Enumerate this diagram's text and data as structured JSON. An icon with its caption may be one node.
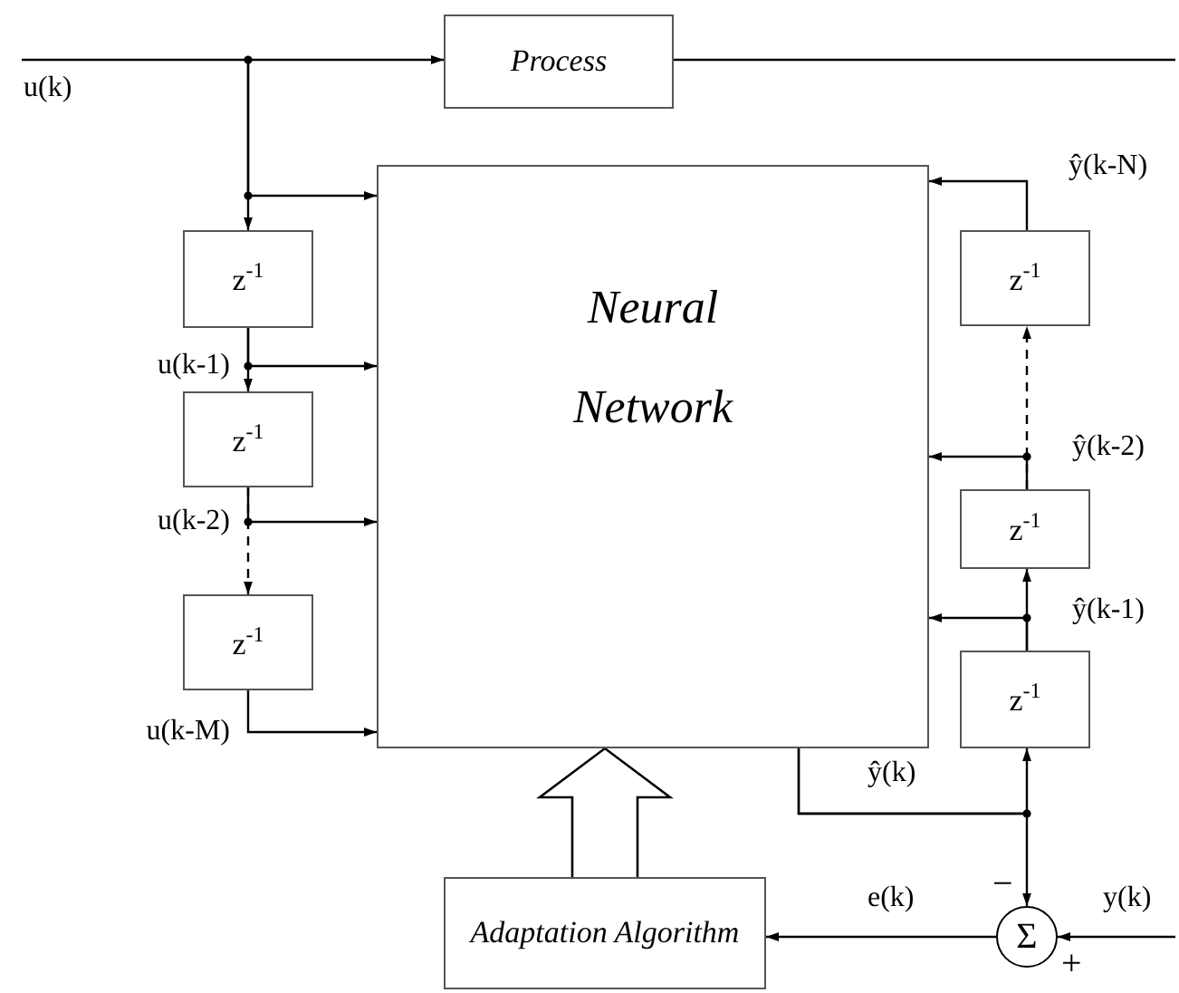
{
  "diagram": {
    "nodes": [
      {
        "text": [
          "Process"
        ]
      },
      {
        "text": [
          "Neural Network"
        ]
      },
      {
        "text": [
          "z$^{-1}$"
        ]
      },
      {
        "text": [
          "z$^{-1}$"
        ]
      },
      {
        "text": [
          "z$^{-1}$"
        ]
      },
      {
        "text": [
          "z$^{-1}$"
        ]
      },
      {
        "text": [
          "z$^{-1}$"
        ]
      },
      {
        "text": [
          "z$^{-1}$"
        ]
      },
      {
        "text": [
          "Σ"
        ]
      },
      {
        "text": [
          "Adaptation Algorithm"
        ]
      }
    ],
    "edges": [
      {
        "from": null,
        "to": 0,
        "arrow": "to",
        "label": "u(k)"
      },
      {
        "from": null,
        "to": 2,
        "arrow": "to"
      },
      {
        "from": null,
        "to": 1,
        "arrow": "to"
      },
      {
        "from": 0,
        "to": null,
        "arrow": "none"
      },
      {
        "from": 2,
        "to": 1,
        "arrow": "to",
        "label": "u(k-1)"
      },
      {
        "from": 2,
        "to": 3,
        "arrow": "to"
      },
      {
        "from": 3,
        "to": 1,
        "arrow": "to",
        "label": "u(k-2)"
      },
      {
        "from": 3,
        "to": 4,
        "arrow": "to",
        "style": "dashed"
      },
      {
        "from": 4,
        "to": 1,
        "arrow": "to",
        "label": "u(k-M)"
      },
      {
        "from": 1,
        "to": 7,
        "arrow": "to",
        "label": "ŷ(k)"
      },
      {
        "from": 1,
        "to": 8,
        "arrow": "to"
      },
      {
        "from": 7,
        "to": 1,
        "arrow": "to",
        "label": "ŷ(k-1)"
      },
      {
        "from": 7,
        "to": 6,
        "arrow": "to"
      },
      {
        "from": 6,
        "to": 1,
        "arrow": "to",
        "label": "ŷ(k-2)"
      },
      {
        "from": 6,
        "to": 5,
        "arrow": "to",
        "style": "dashed"
      },
      {
        "from": 5,
        "to": 1,
        "arrow": "to",
        "label": "ŷ(k-N)"
      },
      {
        "from": null,
        "to": 8,
        "arrow": "to",
        "label": "y(k)"
      },
      {
        "from": 8,
        "to": 9,
        "arrow": "to",
        "label": "e(k)"
      },
      {
        "from": 9,
        "to": 1,
        "arrow": "to",
        "style": "thick"
      }
    ],
    "labels": [
      "−",
      "+"
    ]
  }
}
